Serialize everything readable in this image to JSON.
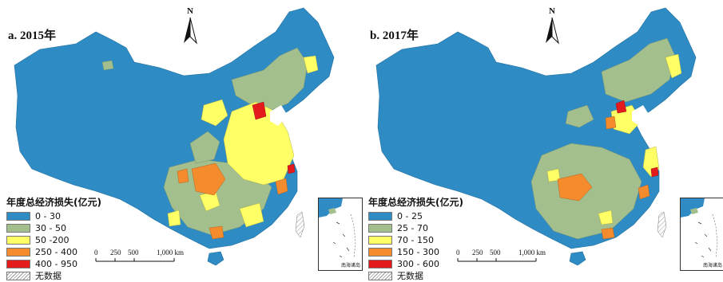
{
  "panels": [
    {
      "title": "a. 2015年",
      "north": "N",
      "legend": {
        "title": "年度总经济损失(亿元)",
        "items": [
          {
            "label": "0 - 30",
            "color": "#2f8bc4"
          },
          {
            "label": "30 - 50",
            "color": "#a3bf8e"
          },
          {
            "label": "50 -200",
            "color": "#ffff66"
          },
          {
            "label": "250 - 400",
            "color": "#f48c2e"
          },
          {
            "label": "400 - 950",
            "color": "#e41a1c"
          },
          {
            "label": "无数据",
            "color": "hatch"
          }
        ]
      },
      "scale": {
        "ticks": [
          "0",
          "250",
          "500",
          "1,000 km"
        ]
      },
      "inset_label": "南海诸岛"
    },
    {
      "title": "b. 2017年",
      "north": "N",
      "legend": {
        "title": "年度总经济损失(亿元)",
        "items": [
          {
            "label": "0 - 25",
            "color": "#2f8bc4"
          },
          {
            "label": "25 - 70",
            "color": "#a3bf8e"
          },
          {
            "label": "70 - 150",
            "color": "#ffff66"
          },
          {
            "label": "150 - 300",
            "color": "#f48c2e"
          },
          {
            "label": "300 - 600",
            "color": "#e41a1c"
          },
          {
            "label": "无数据",
            "color": "hatch"
          }
        ]
      },
      "scale": {
        "ticks": [
          "0",
          "250",
          "500",
          "1,000 km"
        ]
      },
      "inset_label": "南海诸岛"
    }
  ]
}
